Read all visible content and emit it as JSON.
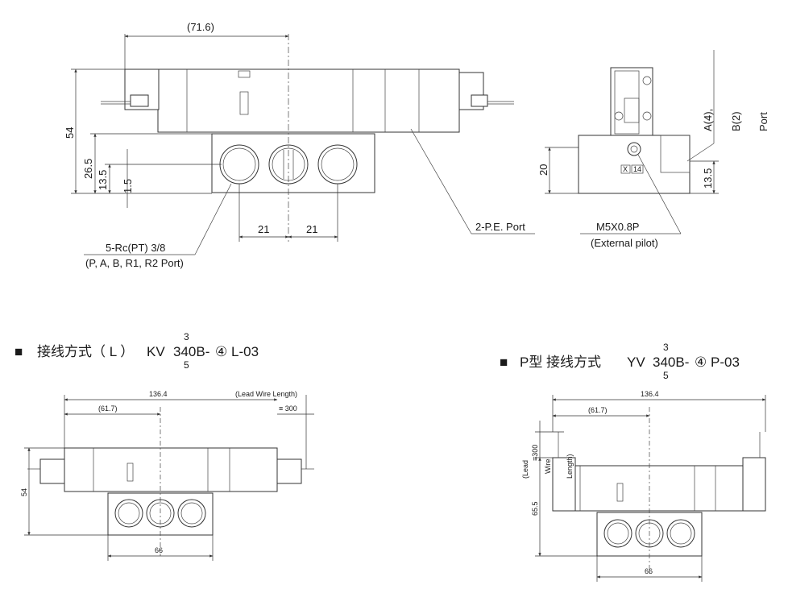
{
  "top_view": {
    "dim_71_6": "(71.6)",
    "dim_54": "54",
    "dim_26_5": "26.5",
    "dim_13_5": "13.5",
    "dim_1_5": "1.5",
    "dim_21_a": "21",
    "dim_21_b": "21",
    "port_note_1": "5-Rc(PT)  3/8",
    "port_note_2": "(P, A, B, R1, R2 Port)",
    "pe_port": "2-P.E. Port"
  },
  "side_view": {
    "dim_20": "20",
    "dim_13_5": "13.5",
    "label_a4": "A(4),",
    "label_b2": "B(2)",
    "label_port": "Port",
    "pilot_1": "M5X0.8P",
    "pilot_2": "(External   pilot)",
    "mark_x": "X",
    "mark_14": "14"
  },
  "section_l": {
    "bullet": "■",
    "title_cn": "接线方式（ L ）",
    "model_pre": "KV",
    "model_sup": "3",
    "model_main": "340B-",
    "model_circ": "④",
    "model_end": "L-03",
    "model_sub": "5",
    "dim_136_4": "136.4",
    "dim_61_7": "(61.7)",
    "lead_note": "(Lead  Wire  Length)",
    "dim_300": "≡ 300",
    "dim_54": "54",
    "dim_66": "66"
  },
  "section_p": {
    "bullet": "■",
    "title_cn": "P型 接线方式",
    "model_pre": "YV",
    "model_sup": "3",
    "model_main": "340B-",
    "model_circ": "④",
    "model_end": "P-03",
    "model_sub": "5",
    "dim_136_4": "136.4",
    "dim_61_7": "(61.7)",
    "dim_300": "≡300",
    "lead_1": "(Lead",
    "lead_2": "Wire",
    "lead_3": "Length)",
    "dim_65_5": "65.5",
    "dim_66": "66"
  }
}
